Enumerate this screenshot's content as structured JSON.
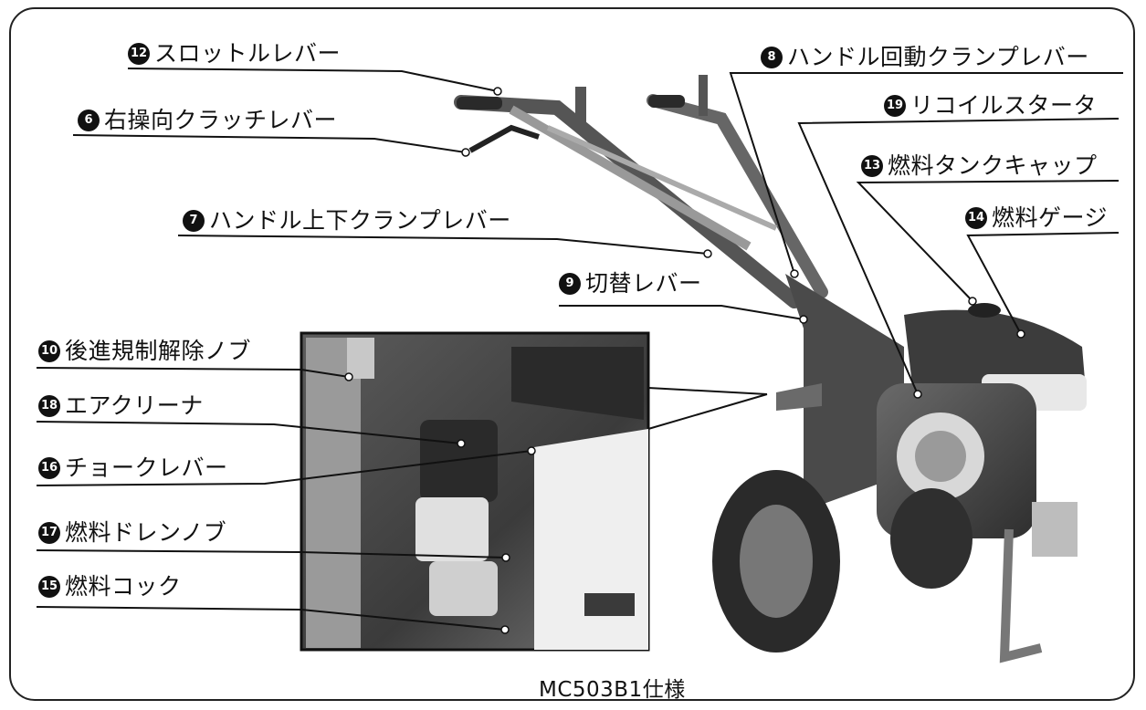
{
  "labels": [
    {
      "id": "throttle-lever",
      "num": "12",
      "text": "スロットルレバー"
    },
    {
      "id": "right-steering-clutch-lever",
      "num": "6",
      "text": "右操向クラッチレバー"
    },
    {
      "id": "handle-vertical-clamp-lever",
      "num": "7",
      "text": "ハンドル上下クランプレバー"
    },
    {
      "id": "handle-rotation-clamp-lever",
      "num": "8",
      "text": "ハンドル回動クランプレバー"
    },
    {
      "id": "recoil-starter",
      "num": "19",
      "text": "リコイルスタータ"
    },
    {
      "id": "fuel-tank-cap",
      "num": "13",
      "text": "燃料タンクキャップ"
    },
    {
      "id": "fuel-gauge",
      "num": "14",
      "text": "燃料ゲージ"
    },
    {
      "id": "switch-lever",
      "num": "9",
      "text": "切替レバー"
    },
    {
      "id": "reverse-release-knob",
      "num": "10",
      "text": "後進規制解除ノブ"
    },
    {
      "id": "air-cleaner",
      "num": "18",
      "text": "エアクリーナ"
    },
    {
      "id": "choke-lever",
      "num": "16",
      "text": "チョークレバー"
    },
    {
      "id": "fuel-drain-knob",
      "num": "17",
      "text": "燃料ドレンノブ"
    },
    {
      "id": "fuel-cock",
      "num": "15",
      "text": "燃料コック"
    }
  ],
  "caption": "MC503B1仕様",
  "colors": {
    "ink": "#111111",
    "photo_dark": "#3a3a3a",
    "photo_mid": "#8a8a8a",
    "photo_light": "#d9d9d9"
  }
}
